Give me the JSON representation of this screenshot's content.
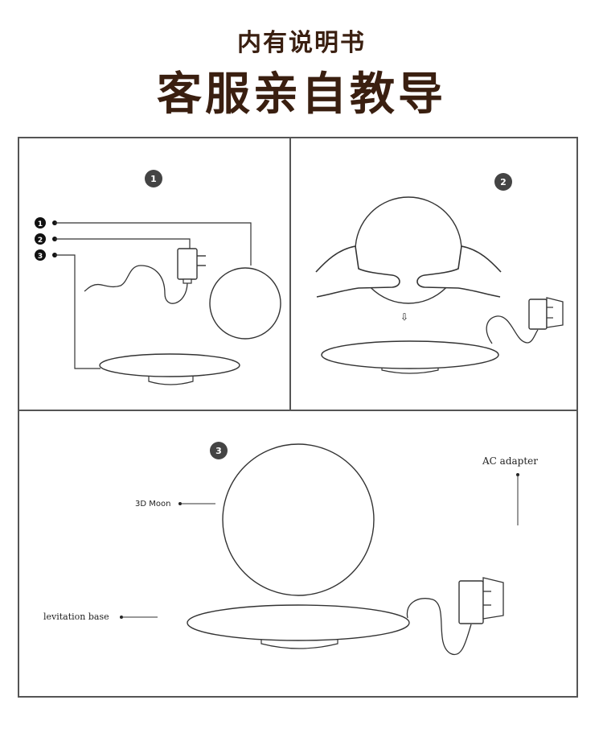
{
  "header": {
    "subtitle": "内有说明书",
    "title": "客服亲自教导"
  },
  "panels": {
    "step1": {
      "step": "1",
      "markers": [
        "1",
        "2",
        "3"
      ]
    },
    "step2": {
      "step": "2",
      "arrow": "⇩"
    },
    "step3": {
      "step": "3",
      "label_moon": "3D  Moon",
      "label_base": "levitation base",
      "label_adapter": "AC adapter"
    }
  },
  "colors": {
    "title": "#3a1f10",
    "line": "#333333",
    "border": "#555555"
  }
}
